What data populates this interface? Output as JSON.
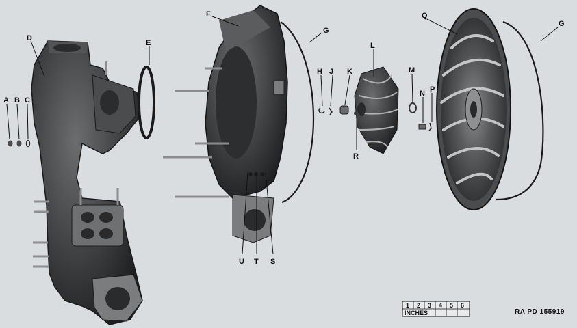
{
  "callouts": {
    "A": "A",
    "B": "B",
    "C": "C",
    "D": "D",
    "E": "E",
    "F": "F",
    "G1": "G",
    "G2": "G",
    "H": "H",
    "J": "J",
    "K": "K",
    "L": "L",
    "M": "M",
    "N": "N",
    "P": "P",
    "Q": "Q",
    "R": "R",
    "S": "S",
    "T": "T",
    "U": "U"
  },
  "scale": {
    "ticks": [
      "1",
      "2",
      "3",
      "4",
      "5",
      "6"
    ],
    "unit": "INCHES"
  },
  "reference": "RA PD 155919"
}
